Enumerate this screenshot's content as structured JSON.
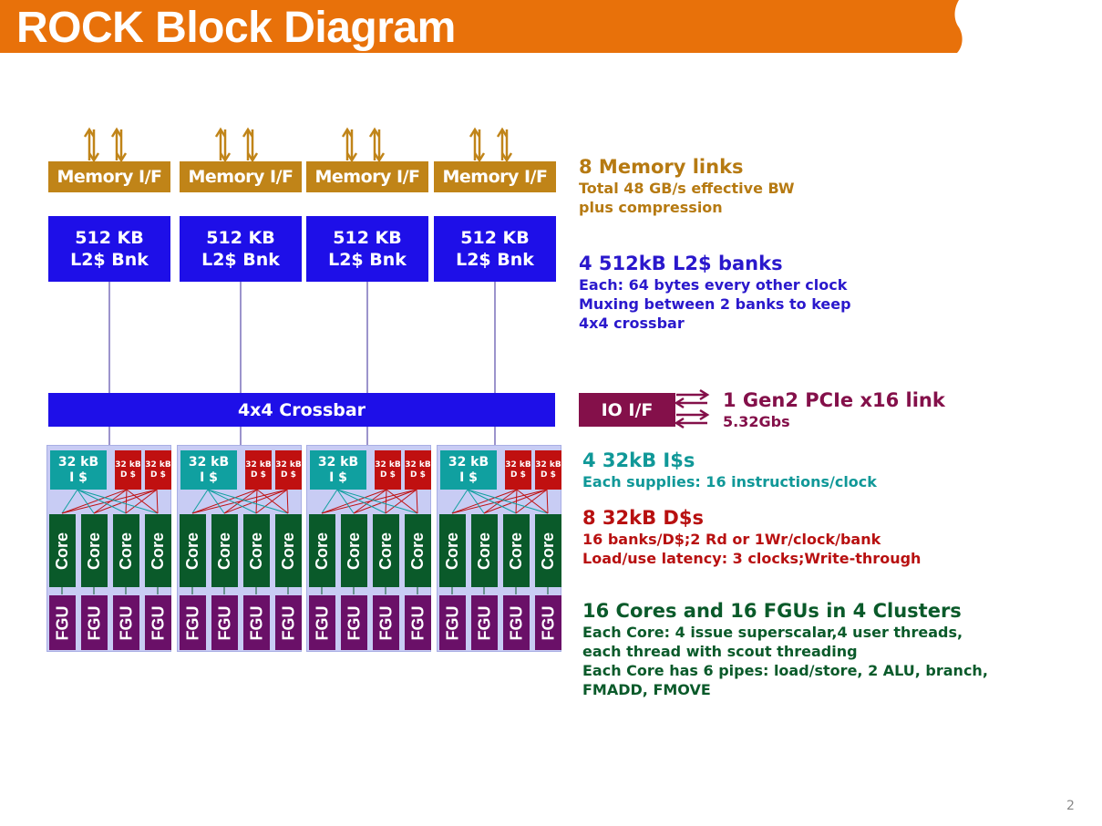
{
  "title": "ROCK Block Diagram",
  "page_number": "2",
  "colors": {
    "orange": "#e8710a",
    "memory": "#c08418",
    "l2": "#1e0fe8",
    "io": "#84104a",
    "icache": "#10a0a0",
    "dcache": "#c01010",
    "core": "#0a5a2a",
    "fgu": "#6a1068"
  },
  "diagram": {
    "memory_if_label": "Memory I/F",
    "l2_label": "512 KB\nL2$ Bnk",
    "crossbar_label": "4x4 Crossbar",
    "io_label": "IO I/F",
    "icache_label": "32 kB\nI $",
    "dcache_label": "32 kB\nD $",
    "core_label": "Core",
    "fgu_label": "FGU"
  },
  "descriptions": {
    "memory": {
      "heading": "8 Memory links",
      "lines": [
        "Total 48 GB/s effective BW",
        "plus compression"
      ]
    },
    "l2": {
      "heading": "4 512kB L2$ banks",
      "lines": [
        "Each: 64 bytes every other clock",
        "Muxing between 2 banks to keep",
        "4x4 crossbar"
      ]
    },
    "io": {
      "heading": "1 Gen2 PCIe x16 link",
      "lines": [
        "5.32Gbs"
      ]
    },
    "icache": {
      "heading": "4 32kB I$s",
      "lines": [
        "Each supplies: 16 instructions/clock"
      ]
    },
    "dcache": {
      "heading": "8 32kB D$s",
      "lines": [
        "16 banks/D$;2 Rd or 1Wr/clock/bank",
        "Load/use latency: 3 clocks;Write-through"
      ]
    },
    "cores": {
      "heading": "16 Cores and 16 FGUs in 4 Clusters",
      "lines": [
        "Each Core: 4 issue superscalar,4 user threads,",
        "each thread with scout threading",
        "Each Core has 6 pipes: load/store, 2 ALU, branch,",
        "FMADD, FMOVE"
      ]
    }
  }
}
